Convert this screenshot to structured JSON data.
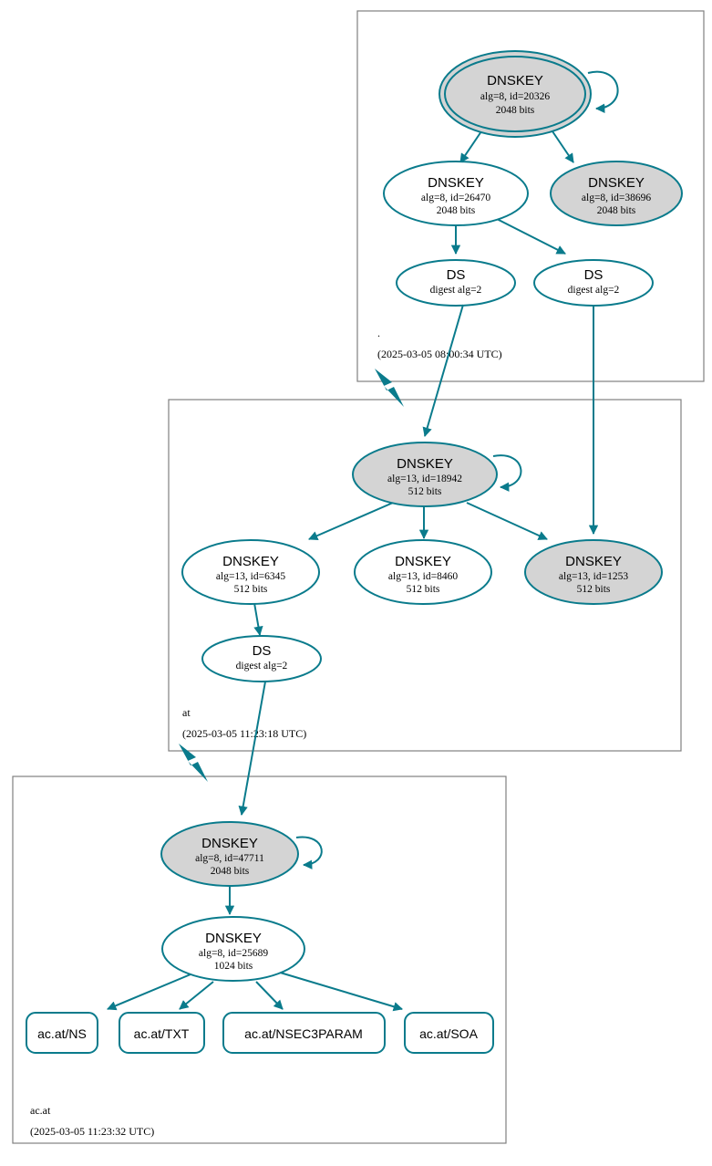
{
  "diagram": {
    "kind": "dnssec-authentication-chain",
    "colors": {
      "accent": "#0a7b8c",
      "node_secure_fill": "#d4d4d4",
      "node_plain_fill": "#ffffff",
      "zone_border": "#808080",
      "text": "#000000",
      "background": "#ffffff"
    }
  },
  "zones": [
    {
      "id": "root",
      "name": ".",
      "timestamp": "(2025-03-05 08:00:34 UTC)",
      "nodes": [
        {
          "id": "root-ksk-20326",
          "type": "DNSKEY",
          "title": "DNSKEY",
          "params": "alg=8, id=20326",
          "size": "2048 bits",
          "fill": "gray",
          "trust_anchor": true,
          "self_signed": true
        },
        {
          "id": "root-zsk-26470",
          "type": "DNSKEY",
          "title": "DNSKEY",
          "params": "alg=8, id=26470",
          "size": "2048 bits",
          "fill": "white",
          "trust_anchor": false,
          "self_signed": false
        },
        {
          "id": "root-key-38696",
          "type": "DNSKEY",
          "title": "DNSKEY",
          "params": "alg=8, id=38696",
          "size": "2048 bits",
          "fill": "gray",
          "trust_anchor": false,
          "self_signed": false
        },
        {
          "id": "root-ds-left",
          "type": "DS",
          "title": "DS",
          "params": "digest alg=2",
          "size": "",
          "fill": "white",
          "trust_anchor": false,
          "self_signed": false
        },
        {
          "id": "root-ds-right",
          "type": "DS",
          "title": "DS",
          "params": "digest alg=2",
          "size": "",
          "fill": "white",
          "trust_anchor": false,
          "self_signed": false
        }
      ]
    },
    {
      "id": "at",
      "name": "at",
      "timestamp": "(2025-03-05 11:23:18 UTC)",
      "nodes": [
        {
          "id": "at-ksk-18942",
          "type": "DNSKEY",
          "title": "DNSKEY",
          "params": "alg=13, id=18942",
          "size": "512 bits",
          "fill": "gray",
          "trust_anchor": false,
          "self_signed": true
        },
        {
          "id": "at-zsk-6345",
          "type": "DNSKEY",
          "title": "DNSKEY",
          "params": "alg=13, id=6345",
          "size": "512 bits",
          "fill": "white",
          "trust_anchor": false,
          "self_signed": false
        },
        {
          "id": "at-zsk-8460",
          "type": "DNSKEY",
          "title": "DNSKEY",
          "params": "alg=13, id=8460",
          "size": "512 bits",
          "fill": "white",
          "trust_anchor": false,
          "self_signed": false
        },
        {
          "id": "at-key-1253",
          "type": "DNSKEY",
          "title": "DNSKEY",
          "params": "alg=13, id=1253",
          "size": "512 bits",
          "fill": "gray",
          "trust_anchor": false,
          "self_signed": false
        },
        {
          "id": "at-ds",
          "type": "DS",
          "title": "DS",
          "params": "digest alg=2",
          "size": "",
          "fill": "white",
          "trust_anchor": false,
          "self_signed": false
        }
      ]
    },
    {
      "id": "acat",
      "name": "ac.at",
      "timestamp": "(2025-03-05 11:23:32 UTC)",
      "nodes": [
        {
          "id": "acat-ksk-47711",
          "type": "DNSKEY",
          "title": "DNSKEY",
          "params": "alg=8, id=47711",
          "size": "2048 bits",
          "fill": "gray",
          "trust_anchor": false,
          "self_signed": true
        },
        {
          "id": "acat-zsk-25689",
          "type": "DNSKEY",
          "title": "DNSKEY",
          "params": "alg=8, id=25689",
          "size": "1024 bits",
          "fill": "white",
          "trust_anchor": false,
          "self_signed": false
        }
      ],
      "rrsets": [
        {
          "id": "rr-ns",
          "label": "ac.at/NS"
        },
        {
          "id": "rr-txt",
          "label": "ac.at/TXT"
        },
        {
          "id": "rr-nsec3param",
          "label": "ac.at/NSEC3PARAM"
        },
        {
          "id": "rr-soa",
          "label": "ac.at/SOA"
        }
      ]
    }
  ]
}
